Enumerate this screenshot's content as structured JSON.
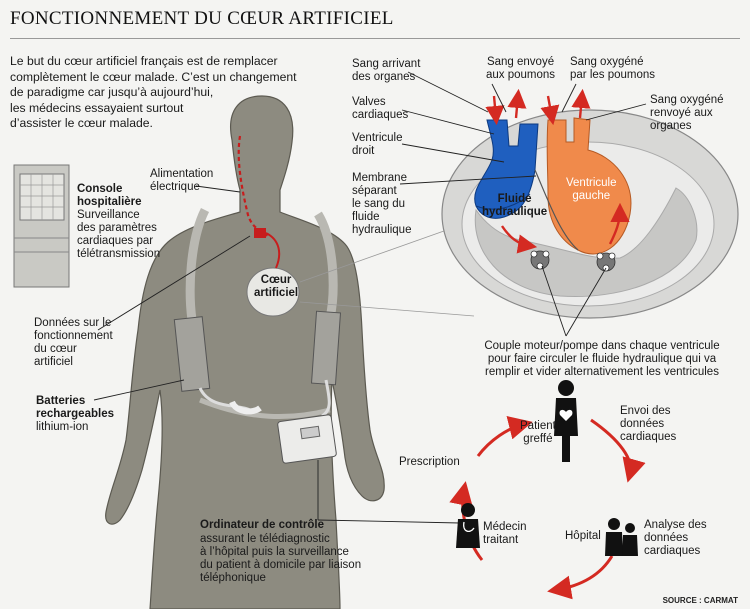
{
  "title": "Fonctionnement du cœur artificiel",
  "intro": [
    "Le but du cœur artificiel français est de remplacer",
    "complètement le cœur malade. C’est un changement",
    "de paradigme car jusqu’à aujourd’hui,",
    "les médecins essayaient surtout",
    "d’assister le cœur malade."
  ],
  "body_labels": {
    "console_title": [
      "Console",
      "hospitalière"
    ],
    "console_desc": [
      "Surveillance",
      "des paramètres",
      "cardiaques par",
      "télétransmission"
    ],
    "power": [
      "Alimentation",
      "électrique"
    ],
    "heart": [
      "Cœur",
      "artificiel"
    ],
    "data": [
      "Données sur le",
      "fonctionnement",
      "du cœur",
      "artificiel"
    ],
    "battery_title": [
      "Batteries",
      "rechargeables"
    ],
    "battery_desc": [
      "lithium-ion"
    ],
    "controller_title": [
      "Ordinateur de contrôle"
    ],
    "controller_desc": [
      "assurant le télédiagnostic",
      "à l’hôpital puis la surveillance",
      "du patient à domicile par liaison",
      "téléphonique"
    ]
  },
  "heart_labels": {
    "blood_in": [
      "Sang arrivant",
      "des organes"
    ],
    "blood_to_lungs": [
      "Sang envoyé",
      "aux poumons"
    ],
    "blood_oxygenated": [
      "Sang oxygéné",
      "par les poumons"
    ],
    "blood_to_organs": [
      "Sang oxygéné",
      "renvoyé aux",
      "organes"
    ],
    "valves": [
      "Valves",
      "cardiaques"
    ],
    "right_ventricle": [
      "Ventricule",
      "droit"
    ],
    "membrane": [
      "Membrane",
      "séparant",
      "le sang du",
      "fluide",
      "hydraulique"
    ],
    "hydraulic_fluid": [
      "Fluide",
      "hydraulique"
    ],
    "left_ventricle": [
      "Ventricule",
      "gauche"
    ],
    "motor_pump": [
      "Couple moteur/pompe dans chaque ventricule",
      "pour faire circuler le fluide hydraulique qui va",
      "remplir et vider alternativement les ventricules"
    ]
  },
  "cycle_labels": {
    "patient": [
      "Patient",
      "greffé"
    ],
    "send_data": [
      "Envoi des",
      "données",
      "cardiaques"
    ],
    "hospital": [
      "Hôpital"
    ],
    "analysis": [
      "Analyse des",
      "données",
      "cardiaques"
    ],
    "doctor": [
      "Médecin",
      "traitant"
    ],
    "prescription": [
      "Prescription"
    ]
  },
  "source": "SOURCE : CARMAT",
  "colors": {
    "body": "#8d8b80",
    "body_outline": "#5c5a51",
    "venous": "#1f5fbf",
    "arterial": "#f08a4b",
    "arrow_red": "#d42a22",
    "fluid": "#bdbdbd"
  }
}
